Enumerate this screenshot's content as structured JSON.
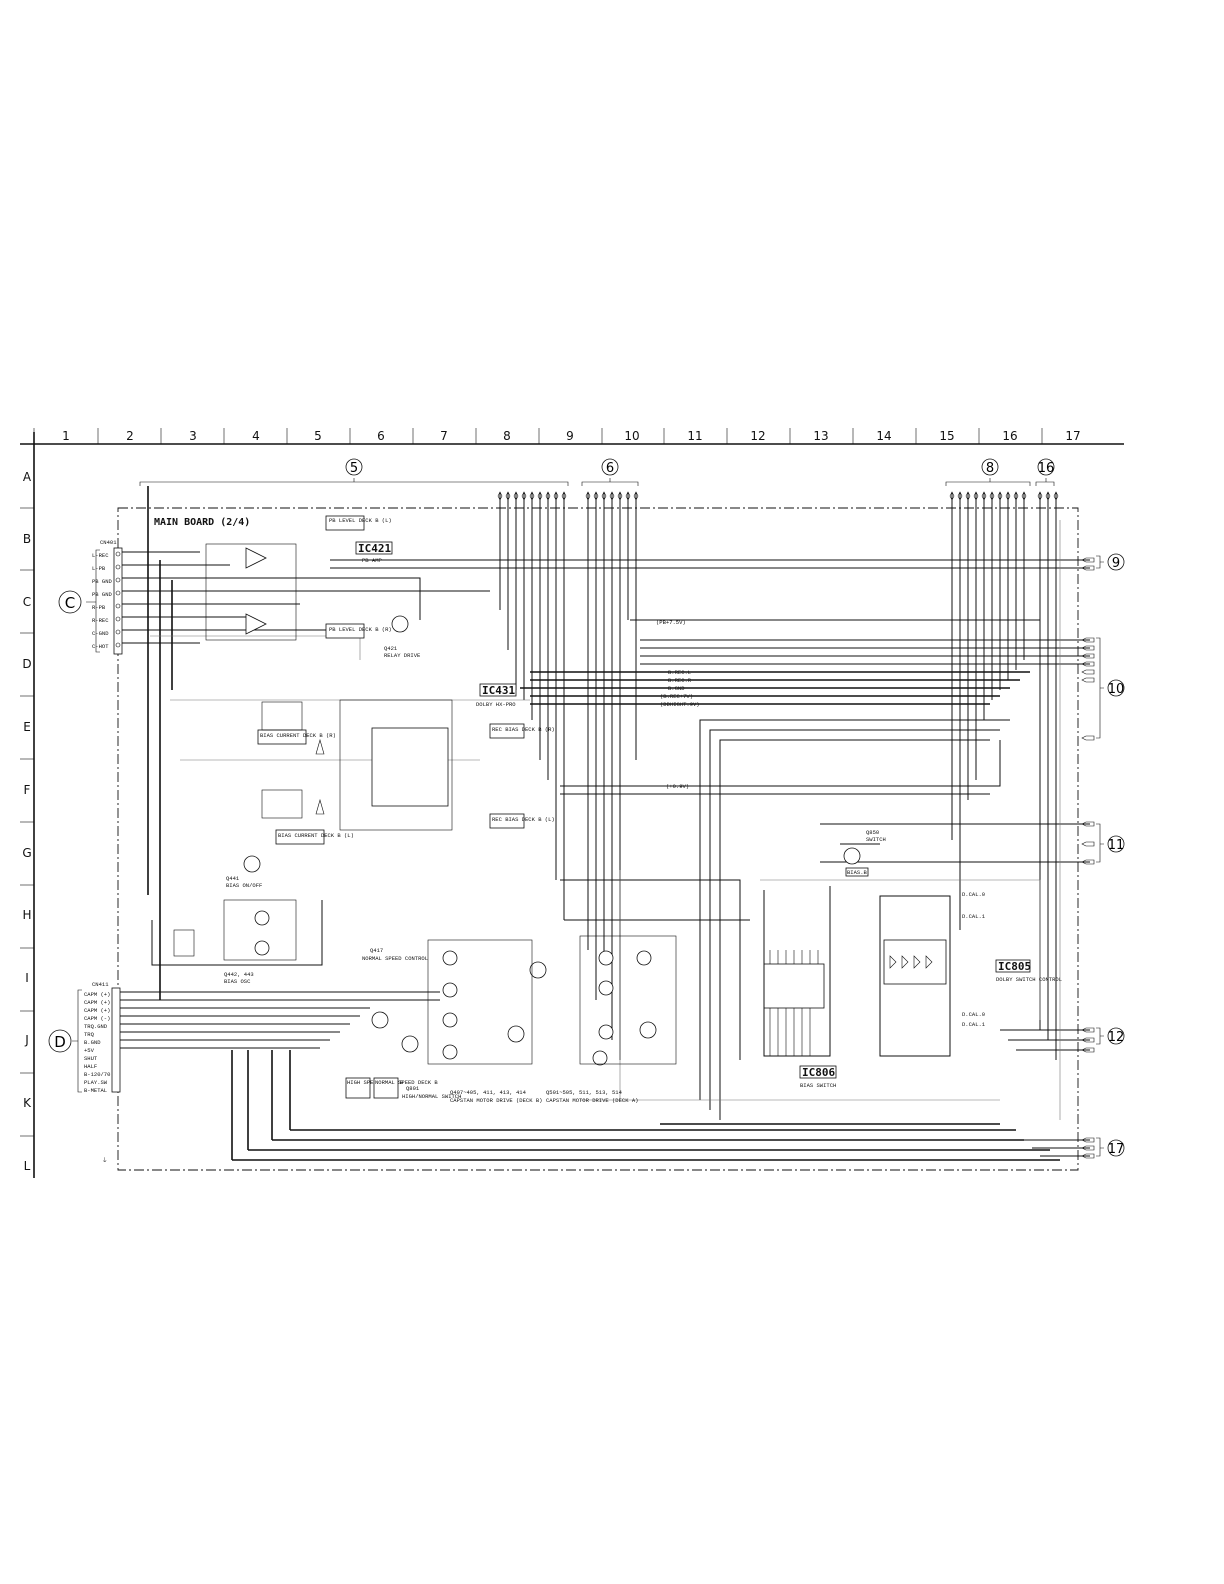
{
  "board": {
    "title": "MAIN BOARD (2/4)"
  },
  "grid": {
    "columns": [
      "1",
      "2",
      "3",
      "4",
      "5",
      "6",
      "7",
      "8",
      "9",
      "10",
      "11",
      "12",
      "13",
      "14",
      "15",
      "16",
      "17"
    ],
    "rows": [
      "A",
      "B",
      "C",
      "D",
      "E",
      "F",
      "G",
      "H",
      "I",
      "J",
      "K",
      "L"
    ]
  },
  "connector_markers": {
    "left": [
      "C",
      "D"
    ],
    "top_bracket": [
      "5",
      "6",
      "8",
      "16"
    ],
    "right_bracket": [
      "9",
      "10",
      "11",
      "12",
      "17"
    ]
  },
  "ics": [
    {
      "id": "IC421",
      "desc": "PB AMP"
    },
    {
      "id": "IC431",
      "desc": "DOLBY HX-PRO"
    },
    {
      "id": "IC805",
      "desc": "DOLBY SWITCH CONTROL"
    },
    {
      "id": "IC806",
      "desc": "BIAS SWITCH"
    }
  ],
  "boxed_notes": [
    "PB LEVEL DECK B (L)",
    "PB LEVEL DECK B (R)",
    "BIAS CURRENT DECK B (R)",
    "BIAS CURRENT DECK B (L)",
    "REC BIAS DECK B (R)",
    "REC BIAS DECK B (L)",
    "HIGH SPEED DECK B",
    "NORMAL SPEED DECK B"
  ],
  "transistor_labels": [
    {
      "ref": "Q421",
      "desc": "RELAY DRIVE"
    },
    {
      "ref": "Q441",
      "desc": "BIAS ON/OFF"
    },
    {
      "ref": "Q442, 443",
      "desc": "BIAS OSC"
    },
    {
      "ref": "Q417",
      "desc": "NORMAL SPEED CONTROL"
    },
    {
      "ref": "Q801",
      "desc": "HIGH/NORMAL SWITCH"
    },
    {
      "ref": "Q407~405, 411, 413, 414",
      "desc": "CAPSTAN MOTOR DRIVE (DECK B)"
    },
    {
      "ref": "Q501~505, 511, 513, 514",
      "desc": "CAPSTAN MOTOR DRIVE (DECK A)"
    },
    {
      "ref": "Q850",
      "desc": "SWITCH"
    }
  ],
  "connector_left_C": {
    "ref": "CN401",
    "pins": [
      "L-REC",
      "L-PB",
      "PB GND",
      "PB GND",
      "R-PB",
      "R-REC",
      "C-GND",
      "C-HOT"
    ]
  },
  "connector_left_D": {
    "ref": "CN411",
    "pins": [
      "CAPM (+)",
      "CAPM (+)",
      "CAPM (+)",
      "CAPM (-)",
      "TRQ.GND",
      "TRQ",
      "B.GND",
      "+5V",
      "SHUT",
      "HALF",
      "B-120/70",
      "PLAY.SW",
      "B-METAL"
    ]
  },
  "signal_labels": [
    "B.REC.L",
    "B.REC.R",
    "B.GND",
    "(B.REC+7V)",
    "(DDHIGHT.9V)",
    "(PB+7.5V)",
    "(+0.9V)",
    "D.CAL.0",
    "D.CAL.1",
    "D.CAL.0",
    "D.CAL.1",
    "BIAS.B"
  ]
}
